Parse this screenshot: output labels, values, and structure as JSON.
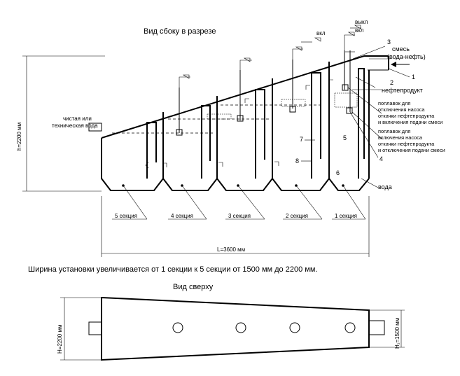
{
  "side_view": {
    "title": "Вид сбоку в разрезе",
    "height_dim": "h=2200 мм",
    "length_dim": "L=3600 мм",
    "inlet_mixture": "смесь\n(вода-нефть)",
    "outlet_clean_water": "чистая или\nтехническая вода",
    "switch_labels": {
      "vkl_1": "вкл",
      "vykl": "выкл",
      "vkl_2": "вкл"
    },
    "callouts": {
      "oil_product": "нефтепродукт",
      "float_off": "поплавок для\nотключения насоса\nоткачки нефтепродукта\nи включения подачи смеси",
      "float_on": "поплавок для\nвключения насоса\nоткачки нефтепродукта\nи отключения подачи смеси",
      "water": "вода"
    },
    "numbers": [
      "1",
      "2",
      "3",
      "4",
      "5",
      "6",
      "7",
      "8"
    ],
    "sections": [
      "5 секция",
      "4 секция",
      "3 секция",
      "2 секция",
      "1 секция"
    ]
  },
  "width_note": "Ширина установки увеличивается от 1 секции к 5 секции от 1500 мм до 2200 мм.",
  "top_view": {
    "title": "Вид сверху",
    "left_dim": "H=2200 мм",
    "right_dim": "H₁=1500 мм"
  }
}
